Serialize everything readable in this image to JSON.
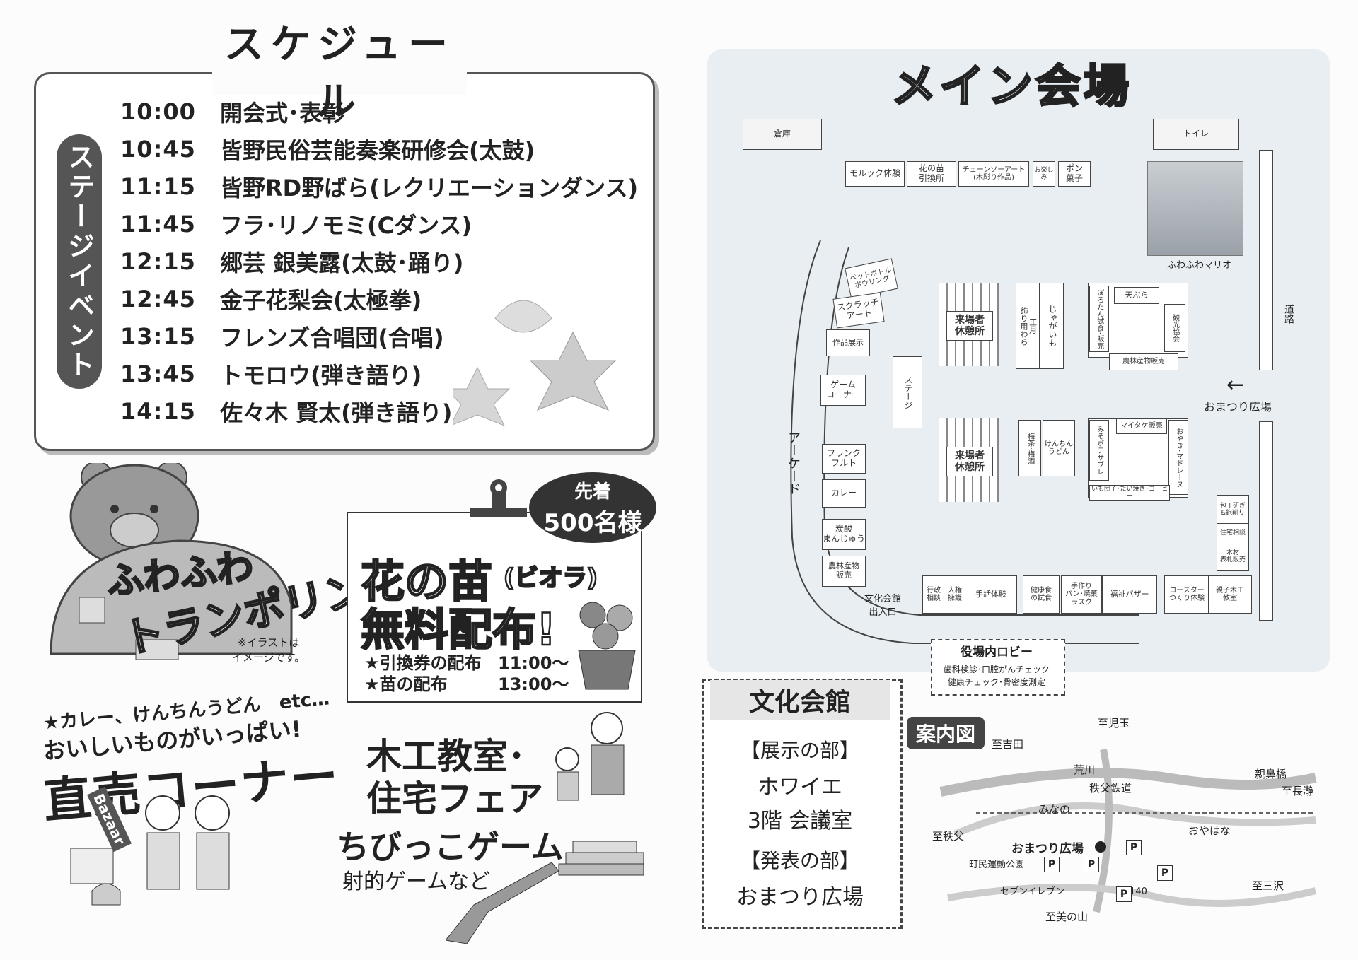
{
  "schedule": {
    "title": "スケジュール",
    "stage_label": "ステージイベント",
    "items": [
      {
        "time": "10:00",
        "name": "開会式･表彰"
      },
      {
        "time": "10:45",
        "name": "皆野民俗芸能奏楽研修会(太鼓)"
      },
      {
        "time": "11:15",
        "name": "皆野RD野ばら(レクリエーションダンス)"
      },
      {
        "time": "11:45",
        "name": "フラ･リノモミ(Cダンス)"
      },
      {
        "time": "12:15",
        "name": "郷芸 銀美露(太鼓･踊り)"
      },
      {
        "time": "12:45",
        "name": "金子花梨会(太極拳)"
      },
      {
        "time": "13:15",
        "name": "フレンズ合唱団(合唱)"
      },
      {
        "time": "13:45",
        "name": "トモロウ(弾き語り)"
      },
      {
        "time": "14:15",
        "name": "佐々木 賢太(弾き語り)"
      }
    ]
  },
  "trampoline": {
    "line1": "ふわふわ",
    "line2": "トランポリン",
    "note": "※イラストは\nイメージです。"
  },
  "flower": {
    "bubble_line1": "先着",
    "bubble_line2": "500名様",
    "title_main": "花の苗",
    "title_sub": "(ビオラ)",
    "title_line2": "無料配布!",
    "ticket_label": "★引換券の配布",
    "ticket_time": "11:00〜",
    "seedling_label": "★苗の配布",
    "seedling_time": "13:00〜"
  },
  "food": {
    "line1": "★カレー、けんちんうどん　etc…",
    "line2": "おいしいものがいっぱい!",
    "title": "直売コーナー",
    "bazaar": "Bazaar"
  },
  "wood": {
    "line1": "木工教室･",
    "line2": "住宅フェア"
  },
  "kids": {
    "title": "ちびっこゲーム",
    "sub": "射的ゲームなど"
  },
  "main_hall": {
    "title": "メイン会場",
    "souko": "倉庫",
    "toilet": "トイレ",
    "booths_top": [
      "モルック体験",
      "花の苗\n引換所",
      "チェーンソーアート\n(木彫り作品)",
      "お楽しみ",
      "ポン\n菓子"
    ],
    "booths_left": [
      "ペットボトル\nボウリング",
      "スクラッチ\nアート",
      "作品展示",
      "ゲーム\nコーナー"
    ],
    "booths_left2": [
      "フランク\nフルト",
      "カレー",
      "炭酸\nまんじゅう",
      "農林産物\n販売"
    ],
    "stage": "ステージ",
    "rest1": "来場者\n休憩所",
    "rest2": "来場者\n休憩所",
    "shogatsu": "正月\n飾り用わら",
    "jagaimo": "じゃがいも",
    "tempura": "天ぷら",
    "borotan": "ぽろたん試食･販売",
    "kanko": "観光協会",
    "nourin": "農林産物販売",
    "maitake": "マイタケ販売",
    "mizaki": "みそポテサブレ",
    "oyaki": "おやき･マドレーヌ",
    "umecha": "梅茶･梅酒",
    "kenchin": "けんちん\nうどん",
    "imo": "いも団子･たい焼き･コーヒー",
    "houcho": "包丁研ぎ\n&鉋削り",
    "jutaku": "住宅相談",
    "mokuzai": "木材\n表札販売",
    "bottom_booths": [
      "行政\n相談",
      "人権\n擁護",
      "手話体験",
      "健康食\nの試食",
      "手作り\nパン･焼菓\nラスク",
      "福祉バザー",
      "コースター\nつくり体験",
      "親子木工\n教室"
    ],
    "arcade": "アーケード",
    "bunka_entrance": "文化会館\n出入口",
    "road": "道路",
    "matsuri": "おまつり広場",
    "mario": "ふわふわマリオ",
    "lobby_title": "役場内ロビー",
    "lobby_line1": "歯科検診･口腔がんチェック",
    "lobby_line2": "健康チェック･骨密度測定"
  },
  "bunka": {
    "title": "文化会館",
    "tenji": "【展示の部】",
    "foyer": "ホワイエ",
    "room": "3階 会議室",
    "happyo": "【発表の部】",
    "place": "おまつり広場"
  },
  "annai": {
    "title": "案内図",
    "to_kodama": "至児玉",
    "to_yoshida": "至吉田",
    "arakawa": "荒川",
    "chichibu_rail": "秩父鉄道",
    "minano": "みなの",
    "oyahana": "おやはな",
    "shinbashi": "親鼻橋",
    "to_nagatoro": "至長瀞",
    "to_chichibu": "至秩父",
    "matsuri": "おまつり広場",
    "park": "町民運動公園",
    "seven": "セブンイレブン",
    "r140": "R140",
    "to_misawa": "至三沢",
    "to_minoyama": "至美の山",
    "p": "P"
  }
}
